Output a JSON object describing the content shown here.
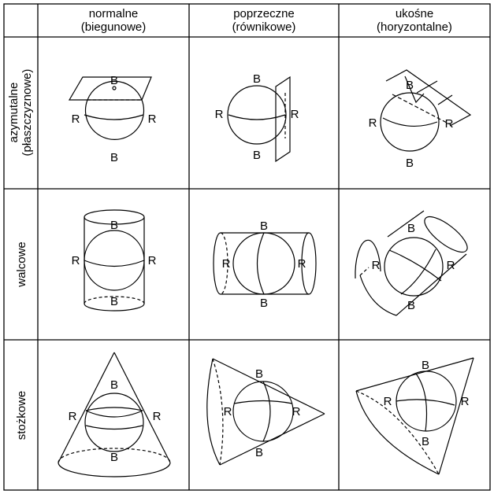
{
  "columns": [
    {
      "line1": "normalne",
      "line2": "(biegunowe)"
    },
    {
      "line1": "poprzeczne",
      "line2": "(równikowe)"
    },
    {
      "line1": "ukośne",
      "line2": "(horyzontalne)"
    }
  ],
  "rows": [
    {
      "line1": "azymutalne",
      "line2": "(płaszczyznowe)"
    },
    {
      "line1": "walcowe",
      "line2": ""
    },
    {
      "line1": "stożkowe",
      "line2": ""
    }
  ],
  "marks": {
    "pole": "B",
    "equator": "R"
  }
}
